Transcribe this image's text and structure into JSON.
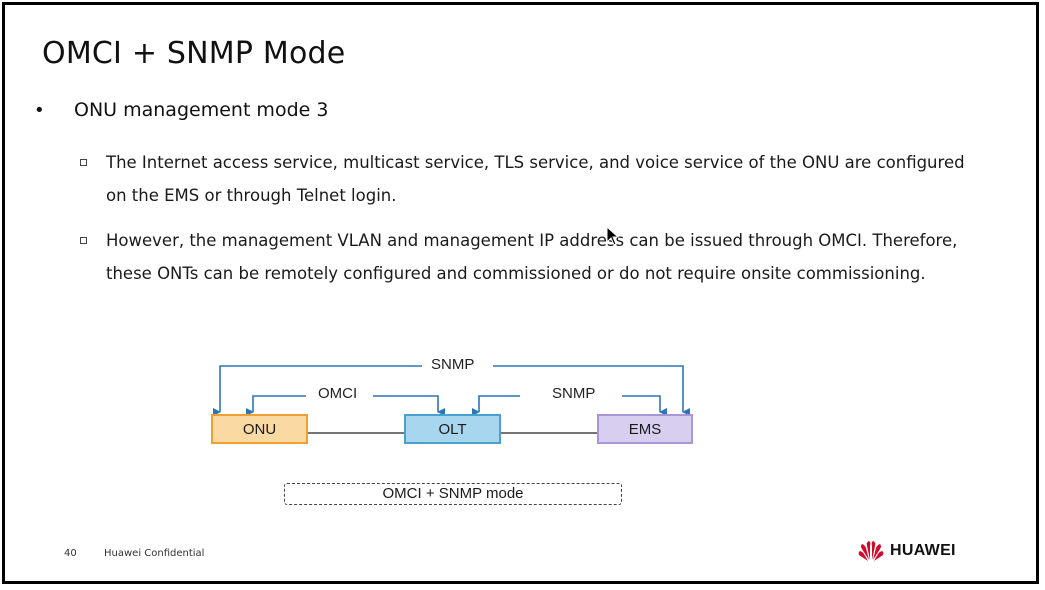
{
  "slide": {
    "title": "OMCI + SNMP Mode",
    "bullet": "ONU management mode 3",
    "subbullets": [
      "The Internet access service, multicast service, TLS service, and voice service of the ONU are configured on the EMS or through Telnet login.",
      "However, the management VLAN and management IP address can be issued through OMCI. Therefore, these ONTs can be remotely configured and commissioned or do not require onsite commissioning."
    ]
  },
  "diagram": {
    "nodes": [
      "ONU",
      "OLT",
      "EMS"
    ],
    "labels": {
      "snmp_top": "SNMP",
      "omci": "OMCI",
      "snmp_mid": "SNMP"
    },
    "mode_caption": "OMCI + SNMP mode",
    "colors": {
      "onu": "#fbd9a3",
      "olt": "#a7d6ee",
      "ems": "#d8cff0",
      "arrow": "#2e75b6"
    }
  },
  "footer": {
    "page_number": "40",
    "confidential": "Huawei Confidential",
    "logo_text": "HUAWEI",
    "logo_icon": "huawei-petal-logo"
  }
}
